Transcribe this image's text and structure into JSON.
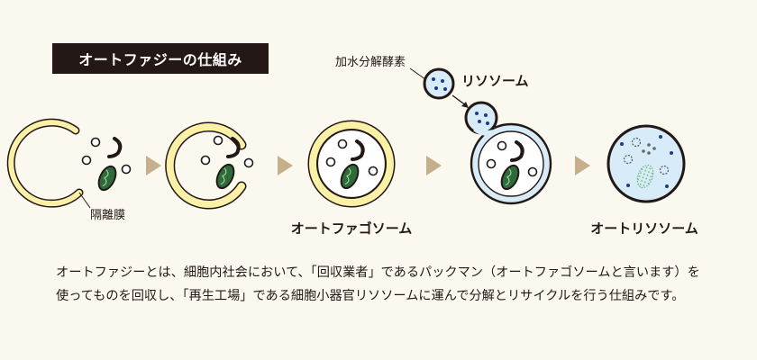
{
  "title": "オートファジーの仕組み",
  "labels": {
    "enzyme": "加水分解酵素",
    "lysosome": "リソソーム",
    "membrane": "隔離膜",
    "autophagosome": "オートファゴソーム",
    "autolysosome": "オートリソソーム"
  },
  "description": "オートファジーとは、細胞内社会において、「回収業者」であるパックマン（オートファゴソームと言います）を使ってものを回収し、「再生工場」である細胞小器官リソソームに運んで分解とリサイクルを行う仕組みです。",
  "colors": {
    "membrane_yellow": "#faf0a6",
    "lysosome_blue": "#d7ebf8",
    "mitochondria_green": "#2f6b3a",
    "dot_blue": "#1b3a8c",
    "arrow_tan": "#c6b08b",
    "outline": "#231815",
    "badge_bg": "#231815"
  }
}
